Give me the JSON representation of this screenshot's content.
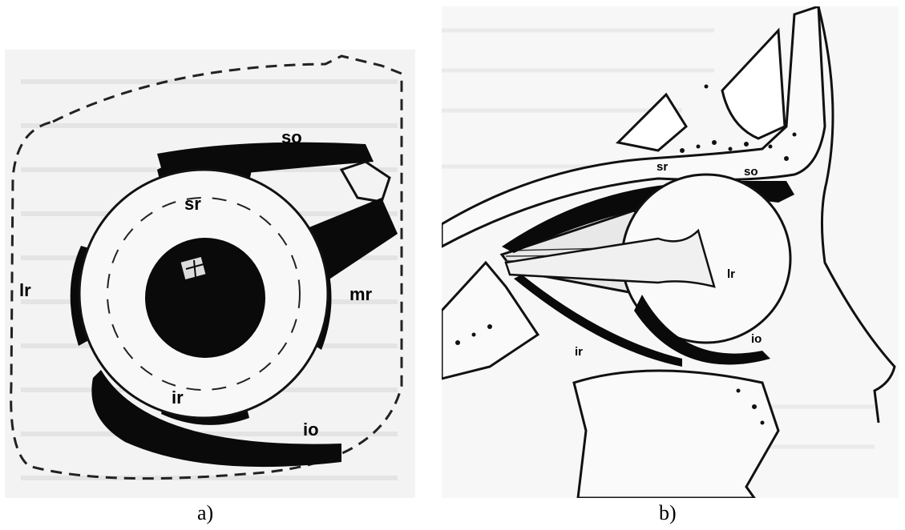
{
  "panel_a": {
    "labels": {
      "so": "so",
      "sr": "sr",
      "lr": "lr",
      "mr": "mr",
      "ir": "ir",
      "io": "io"
    },
    "caption": "a)"
  },
  "panel_b": {
    "labels": {
      "sr": "sr",
      "so": "so",
      "lr": "lr",
      "ir": "ir",
      "io": "io"
    },
    "caption": "b)"
  }
}
